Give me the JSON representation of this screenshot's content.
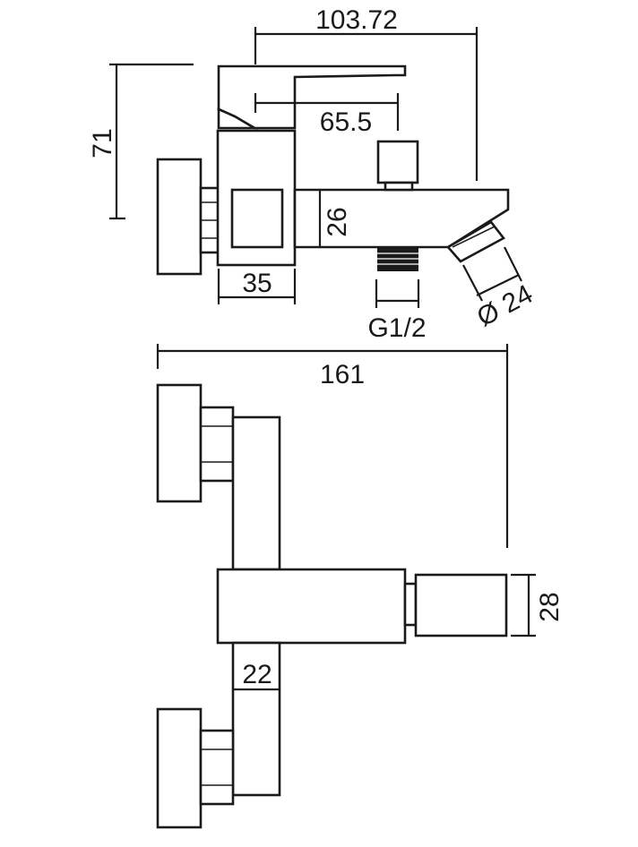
{
  "dimensions": {
    "spout_reach": "103.72",
    "lever_offset": "65.5",
    "height": "71",
    "body_height": "26",
    "body_depth": "35",
    "thread": "G1/2",
    "aerator_diameter": "Ø 24",
    "total_width": "161",
    "body_width": "22",
    "spout_height": "28"
  }
}
